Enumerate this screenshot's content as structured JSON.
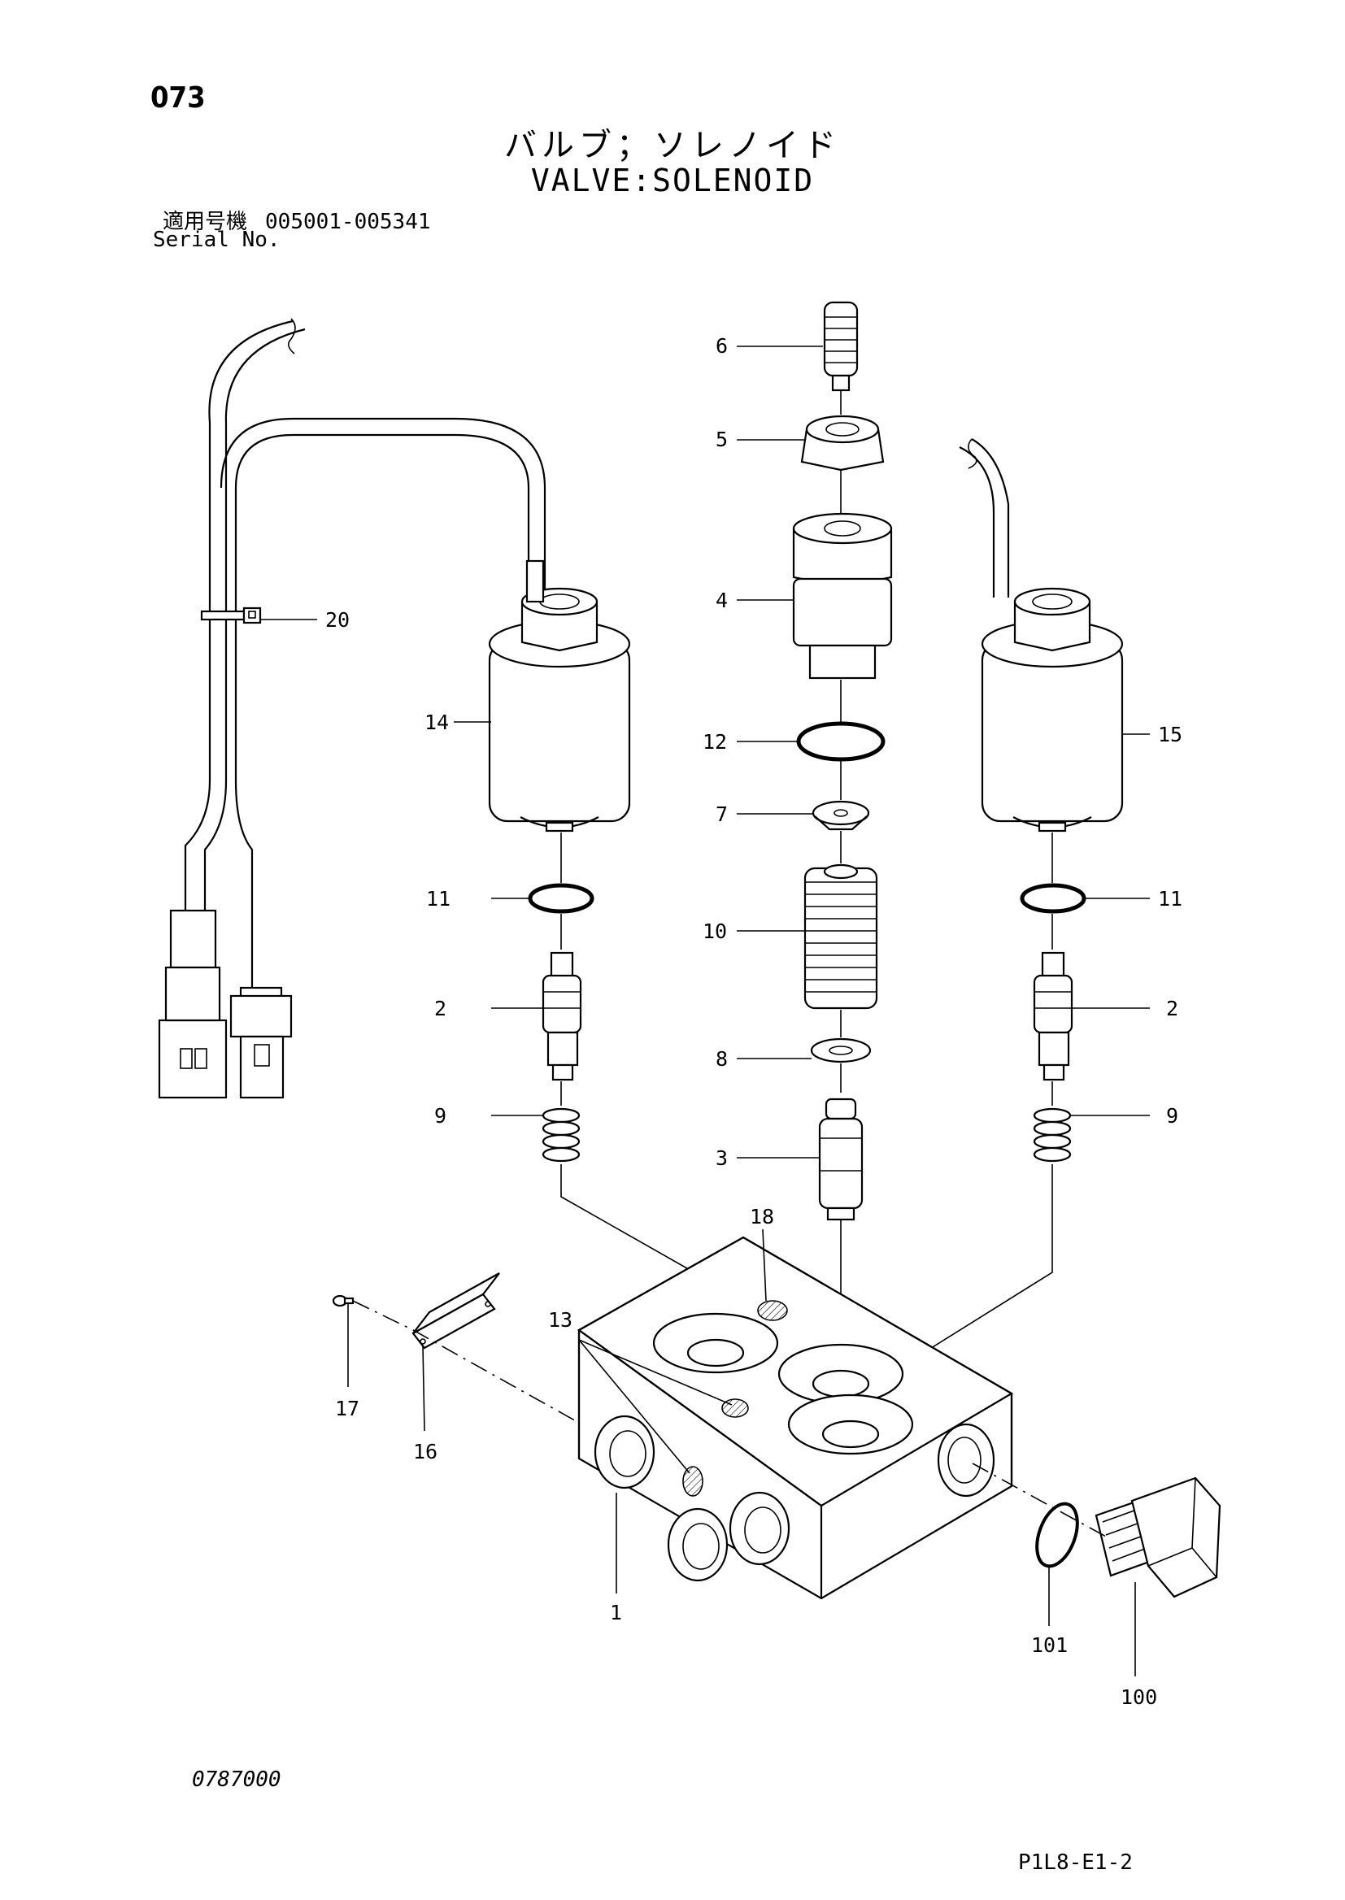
{
  "page_number": "073",
  "title_ja": "バルブ；ソレノイド",
  "title_en": "VALVE:SOLENOID",
  "serial": {
    "label_ja": "適用号機",
    "range": "005001-005341",
    "label_en": "Serial No."
  },
  "callouts": [
    "1",
    "2",
    "2",
    "3",
    "4",
    "5",
    "6",
    "7",
    "8",
    "9",
    "9",
    "10",
    "11",
    "11",
    "12",
    "13",
    "14",
    "15",
    "16",
    "17",
    "18",
    "20",
    "100",
    "101"
  ],
  "doc_code": "0787000",
  "sheet_code": "P1L8-E1-2"
}
